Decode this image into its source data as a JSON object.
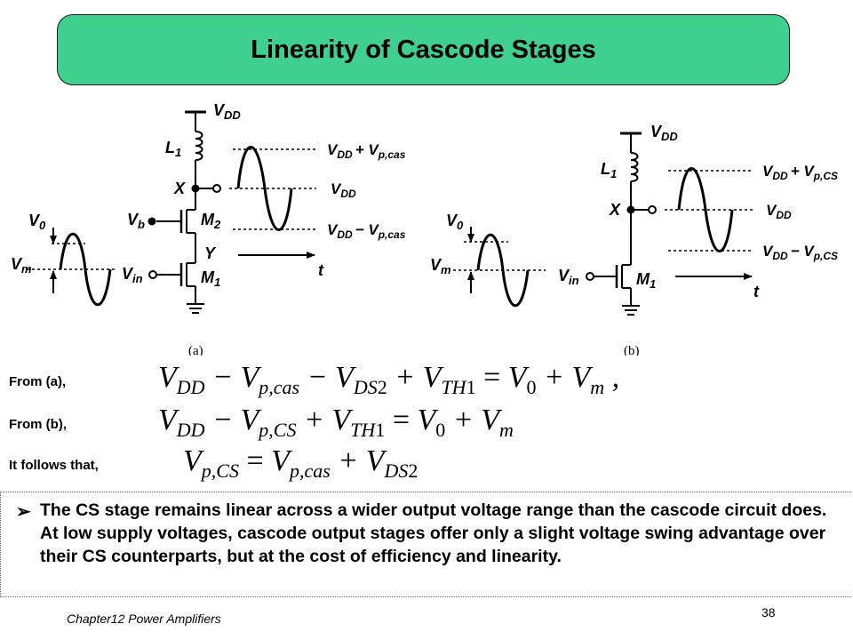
{
  "title": "Linearity of Cascode Stages",
  "circuit_a": {
    "vdd": "V",
    "vdd_sub": "DD",
    "l1": "L",
    "l1_sub": "1",
    "x": "X",
    "y": "Y",
    "vb": "V",
    "vb_sub": "b",
    "m2": "M",
    "m2_sub": "2",
    "vin": "V",
    "vin_sub": "in",
    "m1": "M",
    "m1_sub": "1",
    "v0": "V",
    "v0_sub": "0",
    "vm": "V",
    "vm_sub": "m",
    "top_level": "V",
    "top_level_sub1": "DD",
    "top_level_op": "+ V",
    "top_level_sub2": "p,cas",
    "mid_level": "V",
    "mid_level_sub": "DD",
    "bot_level": "V",
    "bot_level_sub1": "DD",
    "bot_level_op": "− V",
    "bot_level_sub2": "p,cas",
    "t": "t",
    "caption": "(a)"
  },
  "circuit_b": {
    "vdd": "V",
    "vdd_sub": "DD",
    "l1": "L",
    "l1_sub": "1",
    "x": "X",
    "vin": "V",
    "vin_sub": "in",
    "m1": "M",
    "m1_sub": "1",
    "v0": "V",
    "v0_sub": "0",
    "vm": "V",
    "vm_sub": "m",
    "top_level": "V",
    "top_level_sub1": "DD",
    "top_level_op": "+ V",
    "top_level_sub2": "p,CS",
    "mid_level": "V",
    "mid_level_sub": "DD",
    "bot_level": "V",
    "bot_level_sub1": "DD",
    "bot_level_op": "− V",
    "bot_level_sub2": "p,CS",
    "t": "t",
    "caption": "(b)"
  },
  "equations": [
    {
      "label": "From (a),"
    },
    {
      "label": "From (b),"
    },
    {
      "label": "It follows that,"
    }
  ],
  "bullet_text": "The CS stage remains linear across a wider output voltage range than the cascode circuit does. At low supply voltages, cascode output stages offer only a slight voltage swing advantage over their CS counterparts, but at the cost of efficiency and linearity.",
  "footer": "Chapter12 Power Amplifiers",
  "page_number": "38"
}
